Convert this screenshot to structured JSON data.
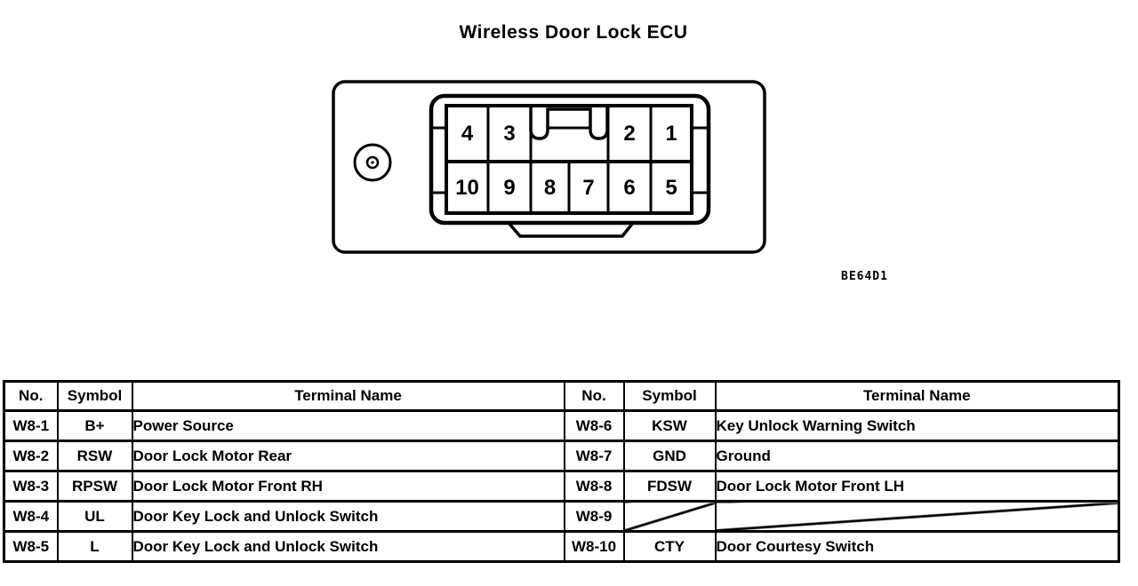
{
  "page": {
    "title": "Wireless Door Lock ECU",
    "figure_code": "BE64D1"
  },
  "connector": {
    "pins": [
      "4",
      "3",
      "2",
      "1",
      "10",
      "9",
      "8",
      "7",
      "6",
      "5"
    ]
  },
  "table": {
    "headers": [
      "No.",
      "Symbol",
      "Terminal Name",
      "No.",
      "Symbol",
      "Terminal Name"
    ],
    "rows": [
      {
        "no_l": "W8-1",
        "sym_l": "B+",
        "name_l": "Power Source",
        "no_r": "W8-6",
        "sym_r": "KSW",
        "name_r": "Key Unlock Warning Switch"
      },
      {
        "no_l": "W8-2",
        "sym_l": "RSW",
        "name_l": "Door Lock Motor Rear",
        "no_r": "W8-7",
        "sym_r": "GND",
        "name_r": "Ground"
      },
      {
        "no_l": "W8-3",
        "sym_l": "RPSW",
        "name_l": "Door Lock Motor Front RH",
        "no_r": "W8-8",
        "sym_r": "FDSW",
        "name_r": "Door Lock Motor Front LH"
      },
      {
        "no_l": "W8-4",
        "sym_l": "UL",
        "name_l": "Door Key Lock and Unlock Switch",
        "no_r": "W8-9",
        "sym_r": "",
        "name_r": ""
      },
      {
        "no_l": "W8-5",
        "sym_l": "L",
        "name_l": "Door Key Lock and Unlock Switch",
        "no_r": "W8-10",
        "sym_r": "CTY",
        "name_r": "Door Courtesy Switch"
      }
    ]
  }
}
